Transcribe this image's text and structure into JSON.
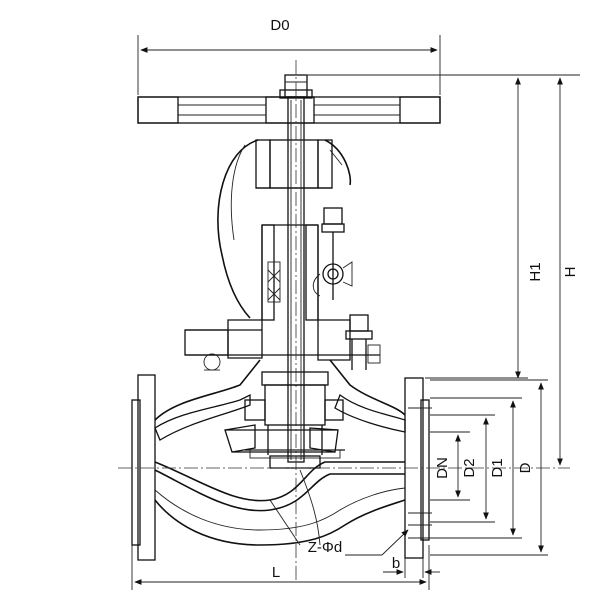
{
  "labels": {
    "d0": "D0",
    "h1": "H1",
    "h": "H",
    "dn": "DN",
    "d2": "D2",
    "d1": "D1",
    "d": "D",
    "z_phi_d": "Z-Φd",
    "b": "b",
    "l": "L"
  }
}
